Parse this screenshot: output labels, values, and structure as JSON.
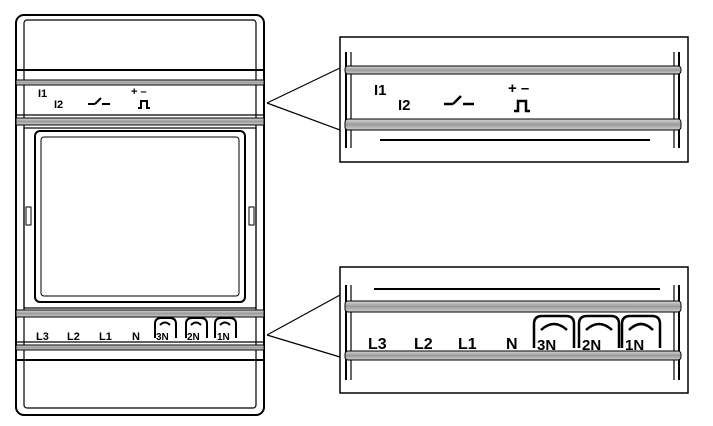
{
  "top_terminals": {
    "i1": "I1",
    "i2": "I2",
    "pulse_polarity": "+ –"
  },
  "bottom_terminals": {
    "l3": "L3",
    "l2": "L2",
    "l1": "L1",
    "n": "N",
    "3n": "3N",
    "2n": "2N",
    "1n": "1N"
  },
  "colors": {
    "line": "#000000",
    "band_fill": "#b8b8b8",
    "panel_fill": "#ffffff"
  }
}
